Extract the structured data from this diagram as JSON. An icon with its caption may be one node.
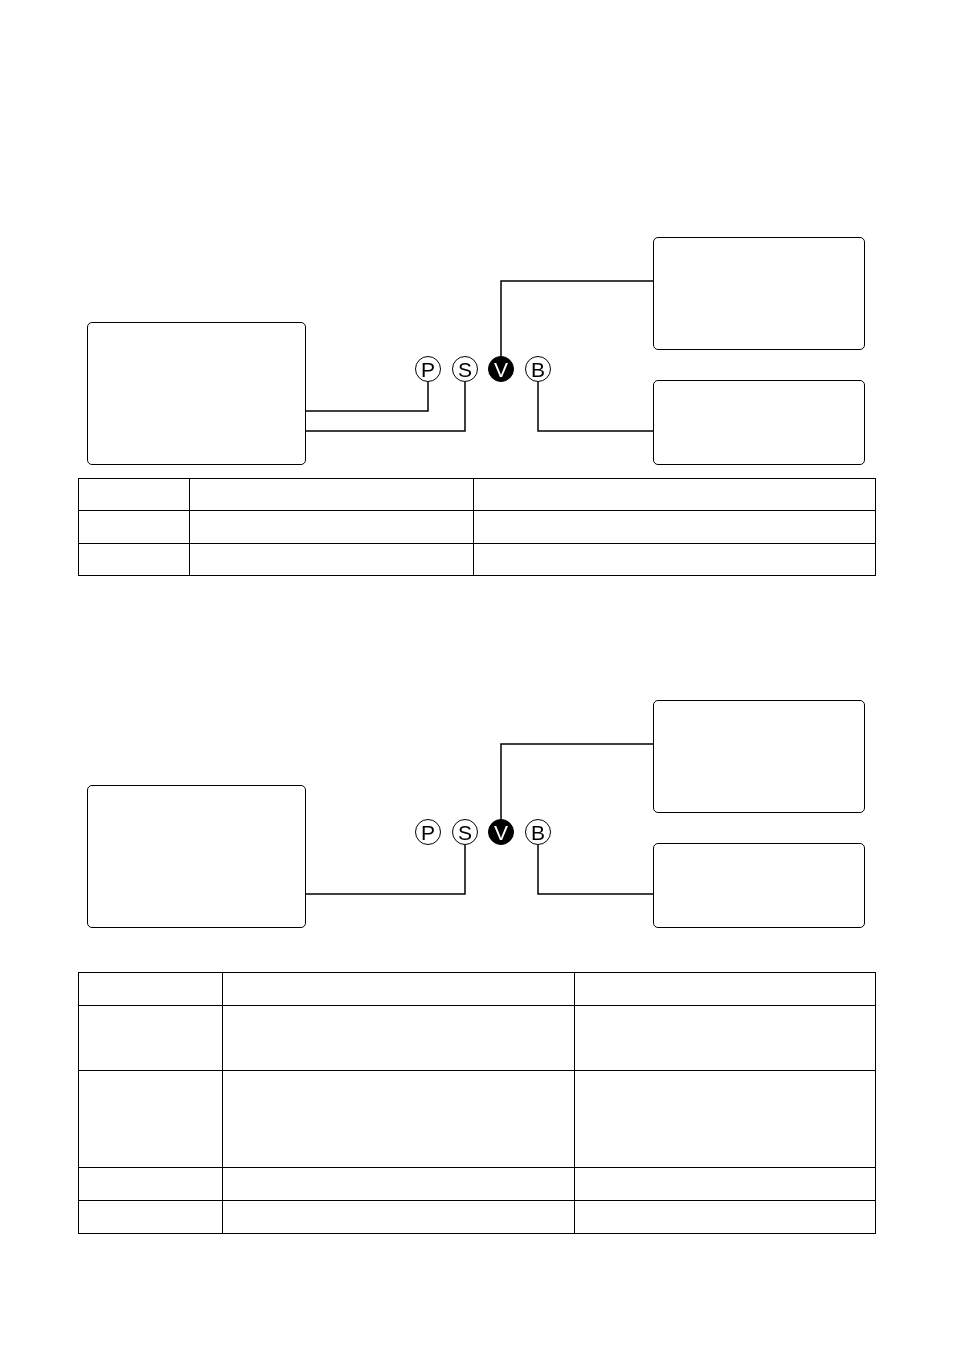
{
  "diagram": {
    "nodes": [
      {
        "text": [],
        "shape": "box"
      },
      {
        "text": [],
        "shape": "box"
      },
      {
        "text": [
          "P"
        ]
      },
      {
        "text": [
          "S"
        ]
      },
      {
        "text": [
          "V"
        ]
      },
      {
        "text": [
          "B"
        ]
      },
      {
        "text": [],
        "shape": "box"
      },
      {
        "text": [],
        "shape": "box"
      },
      {
        "text": [],
        "shape": "box"
      },
      {
        "text": [
          "P"
        ]
      },
      {
        "text": [
          "S"
        ]
      },
      {
        "text": [
          "V"
        ]
      },
      {
        "text": [
          "B"
        ]
      },
      {
        "text": [],
        "shape": "box"
      }
    ],
    "edges": [
      {
        "from": 1,
        "to": 2,
        "arrow": "none"
      },
      {
        "from": 1,
        "to": 3,
        "arrow": "none"
      },
      {
        "from": 4,
        "to": 0,
        "arrow": "none"
      },
      {
        "from": 5,
        "to": 6,
        "arrow": "none"
      },
      {
        "from": 8,
        "to": 10,
        "arrow": "none"
      },
      {
        "from": 11,
        "to": 7,
        "arrow": "none"
      },
      {
        "from": 12,
        "to": 13,
        "arrow": "none"
      }
    ]
  }
}
